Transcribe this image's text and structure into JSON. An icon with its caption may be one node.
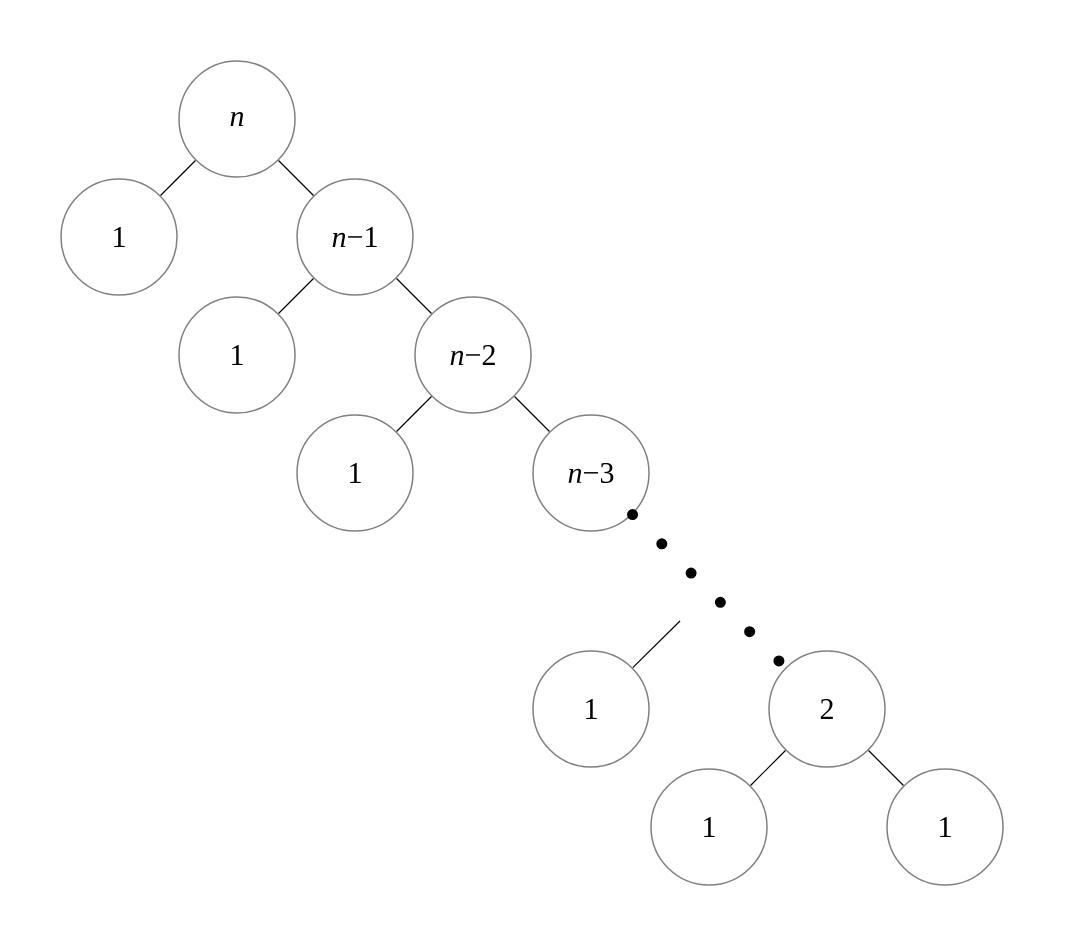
{
  "diagram": {
    "nodes": [
      {
        "text": [
          "*n*"
        ]
      },
      {
        "text": [
          "1"
        ]
      },
      {
        "text": [
          "*n*−1"
        ]
      },
      {
        "text": [
          "1"
        ]
      },
      {
        "text": [
          "*n*−2"
        ]
      },
      {
        "text": [
          "1"
        ]
      },
      {
        "text": [
          "*n*−3"
        ]
      },
      {
        "text": [
          "1"
        ]
      },
      {
        "text": [
          "2"
        ]
      },
      {
        "text": [
          "1"
        ]
      },
      {
        "text": [
          "1"
        ]
      }
    ],
    "edges": [
      {
        "from": 0,
        "to": 1,
        "arrow": "none"
      },
      {
        "from": 0,
        "to": 2,
        "arrow": "none"
      },
      {
        "from": 2,
        "to": 3,
        "arrow": "none"
      },
      {
        "from": 2,
        "to": 4,
        "arrow": "none"
      },
      {
        "from": 4,
        "to": 5,
        "arrow": "none"
      },
      {
        "from": 4,
        "to": 6,
        "arrow": "none"
      },
      {
        "from": 6,
        "to": 8,
        "arrow": "none",
        "style": "dashed"
      },
      {
        "from": null,
        "to": 7,
        "arrow": "none"
      },
      {
        "from": 8,
        "to": 9,
        "arrow": "none"
      },
      {
        "from": 8,
        "to": 10,
        "arrow": "none"
      }
    ]
  }
}
